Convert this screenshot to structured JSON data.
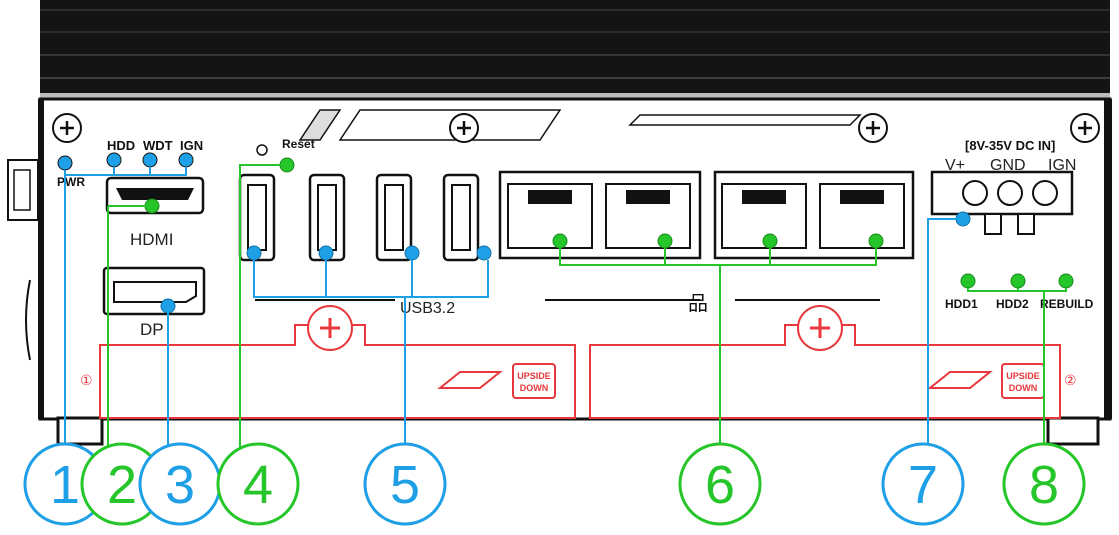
{
  "led_labels": {
    "hdd": "HDD",
    "wdt": "WDT",
    "ign": "IGN",
    "pwr": "PWR",
    "reset": "Reset"
  },
  "port_labels": {
    "hdmi": "HDMI",
    "dp": "DP",
    "usb": "USB3.2"
  },
  "power_input": {
    "rating": "[8V-35V DC IN]",
    "v_plus": "V+",
    "gnd": "GND",
    "ign": "IGN"
  },
  "raid_leds": {
    "hdd1": "HDD1",
    "hdd2": "HDD2",
    "rebuild": "REBUILD"
  },
  "tray_markers": [
    "①",
    "②"
  ],
  "upside_down_label": [
    "UPSIDE",
    "DOWN"
  ],
  "callouts": [
    {
      "number": "1",
      "color": "#1e9fe6"
    },
    {
      "number": "2",
      "color": "#26c62a"
    },
    {
      "number": "3",
      "color": "#1e9fe6"
    },
    {
      "number": "4",
      "color": "#26c62a"
    },
    {
      "number": "5",
      "color": "#1e9fe6"
    },
    {
      "number": "6",
      "color": "#26c62a"
    },
    {
      "number": "7",
      "color": "#1e9fe6"
    },
    {
      "number": "8",
      "color": "#26c62a"
    }
  ],
  "colors": {
    "blue_callout": "#1e9fe6",
    "green_callout": "#26c62a",
    "tray_red": "#e8383d",
    "chassis_black": "#111111"
  }
}
